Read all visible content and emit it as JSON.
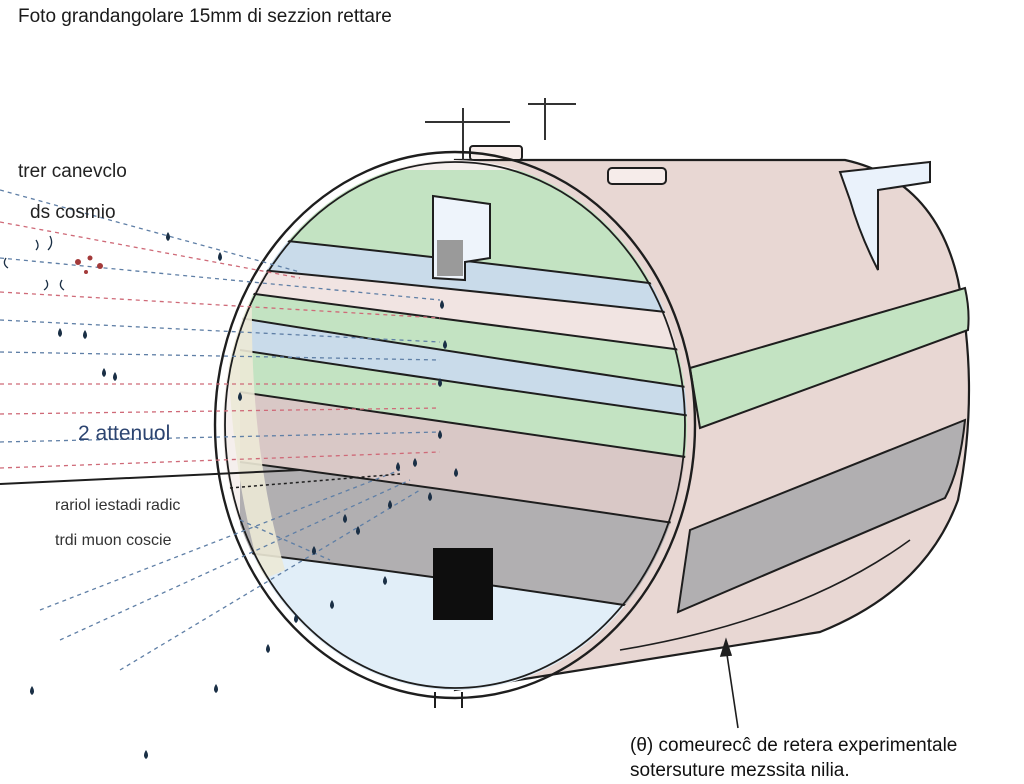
{
  "title": "Foto grandangolare 15mm di sezzion rettare",
  "labels": {
    "flux_line1": "trer canevclo",
    "flux_line2": "ds cosmio",
    "attenuation": "2 attenuol",
    "residual_line1": "rariol iestadi radic",
    "residual_line2": "trdi muon coscie",
    "caption_line1": "(θ) comeurecĉ de retera experimentale",
    "caption_line2": "sotersuture meᴢssita nilia."
  },
  "colors": {
    "outline": "#1e1e1e",
    "hull": "#e8d7d3",
    "band_green": "#c3e3c2",
    "band_blue": "#c9dbea",
    "band_pink": "#f1e4e2",
    "band_mauve": "#d9c8c6",
    "band_gray": "#b1afb1",
    "floor_blue": "#e1eef8",
    "ray_blue": "#5f7fa6",
    "ray_red": "#cf6a78",
    "particle": "#1a2f45",
    "label_blue": "#2c4470"
  }
}
